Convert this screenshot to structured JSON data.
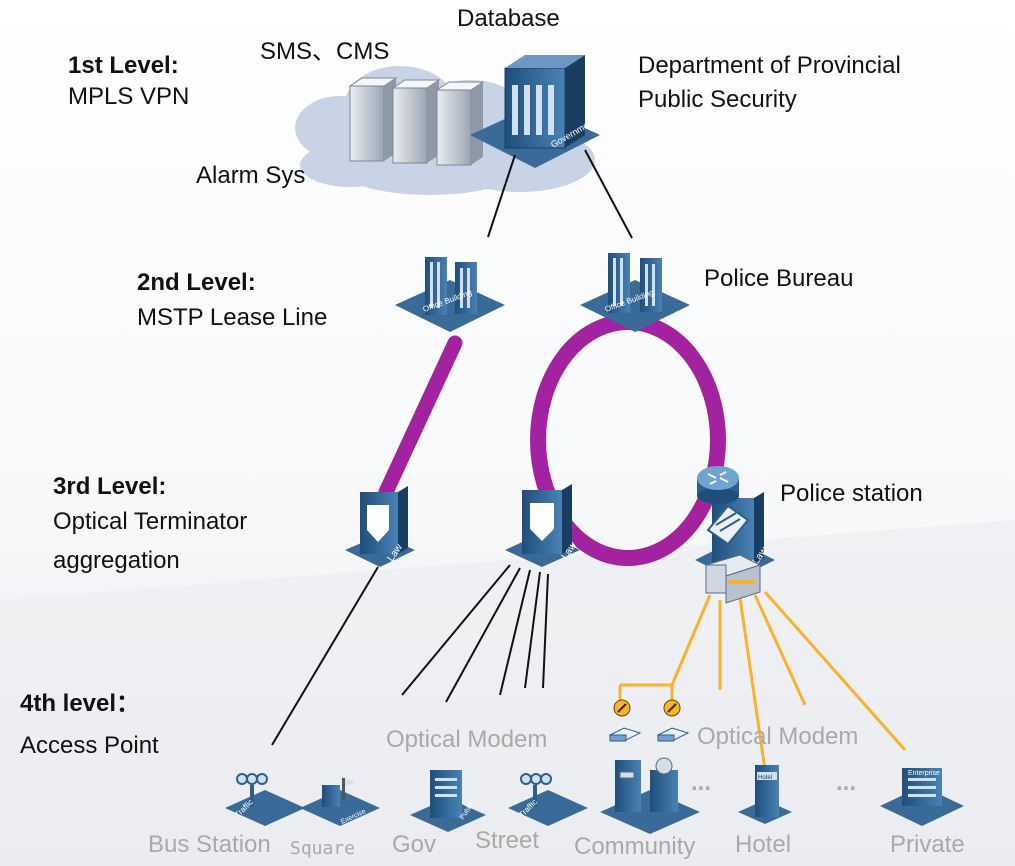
{
  "levels": {
    "l1": {
      "title": "1st Level:",
      "desc": "MPLS VPN"
    },
    "l2": {
      "title": "2nd  Level:",
      "desc": "MSTP Lease Line"
    },
    "l3": {
      "title": "3rd Level:",
      "desc1": "Optical Terminator",
      "desc2": "aggregation"
    },
    "l4": {
      "title": "4th level：",
      "desc": "Access Point"
    }
  },
  "top": {
    "database": "Database",
    "sms_cms": "SMS、CMS",
    "alarm": "Alarm Sys",
    "department_line1": "Department of Provincial",
    "department_line2": "Public Security",
    "government_sign": "Government"
  },
  "office_label": "Office Building",
  "law_label": "Law",
  "police_bureau": "Police Bureau",
  "police_station": "Police station",
  "optical_modem_left": "Optical Modem",
  "optical_modem_right": "Optical Modem",
  "ellipsis": "...",
  "building_signs": {
    "traffic": "Traffic",
    "square": "Exercise",
    "gov": "Public",
    "hotel": "Hotel",
    "enterprise": "Enterprise"
  },
  "access_points": {
    "bus": "Bus Station",
    "square": "Square",
    "gov": "Gov",
    "street": "Street",
    "community": "Community",
    "hotel": "Hotel",
    "private": "Private"
  },
  "colors": {
    "ring": "#a2229f",
    "fiber": "#f7b32e",
    "building": "#2c5f8c",
    "cloud": "#c8d3e6"
  }
}
